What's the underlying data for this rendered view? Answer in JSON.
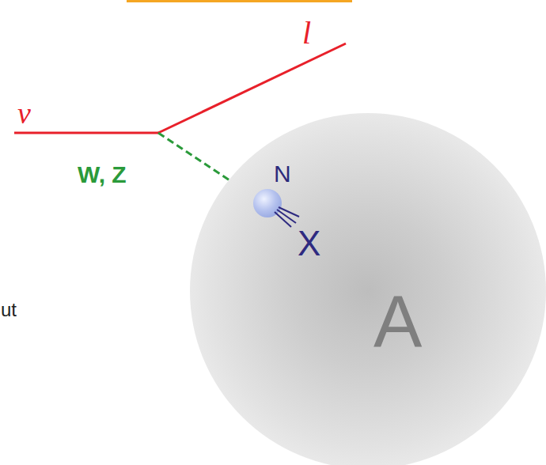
{
  "diagram": {
    "nodes": [
      {
        "text": [
          "A"
        ]
      },
      {
        "text": [
          "N"
        ],
        "in": 0
      }
    ],
    "labels": [
      "ν",
      "l",
      "W, Z",
      "X",
      "ut"
    ]
  }
}
